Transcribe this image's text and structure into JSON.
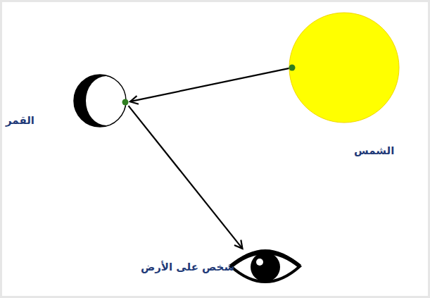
{
  "diagram": {
    "nodes": [
      {
        "text": [
          "القمر"
        ]
      },
      {
        "text": [
          "الشمس"
        ]
      },
      {
        "text": [
          "شخص على الأرض"
        ]
      }
    ],
    "edges": [
      {
        "from": 1,
        "to": 0,
        "arrow": "to"
      },
      {
        "from": 0,
        "to": 2,
        "arrow": "to"
      }
    ]
  }
}
